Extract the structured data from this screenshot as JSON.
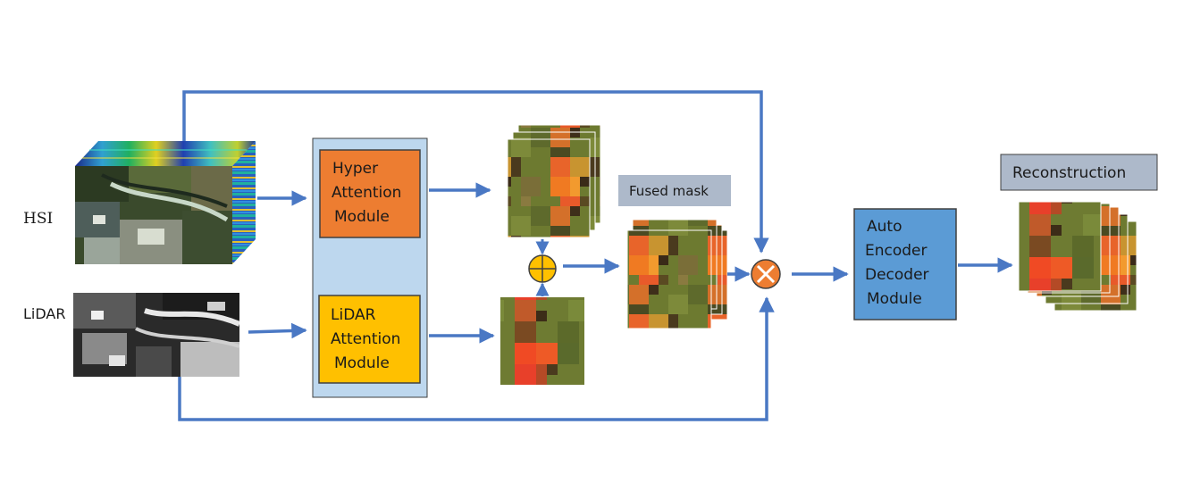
{
  "inputs": {
    "hsi_label": "HSI",
    "lidar_label": "LiDAR"
  },
  "modules": {
    "hyper": [
      "Hyper",
      "Attention",
      "Module"
    ],
    "lidar": [
      "LiDAR",
      "Attention",
      "Module"
    ],
    "autoencoder": [
      "Auto",
      "Encoder",
      "Decoder",
      "Module"
    ]
  },
  "labels": {
    "fused_mask": "Fused mask",
    "reconstruction": "Reconstruction"
  },
  "operators": {
    "add": "sum-operator-icon",
    "multiply": "multiply-operator-icon"
  },
  "colors": {
    "arrow": "#4a78c4",
    "hyper_module": "#ed7d31",
    "lidar_module": "#ffc000",
    "attention_panel": "#bdd7ee",
    "autoencoder": "#5b9bd5",
    "label_box": "#adb9ca",
    "add_operator": "#ffc000",
    "multiply_operator": "#ed7d31"
  }
}
